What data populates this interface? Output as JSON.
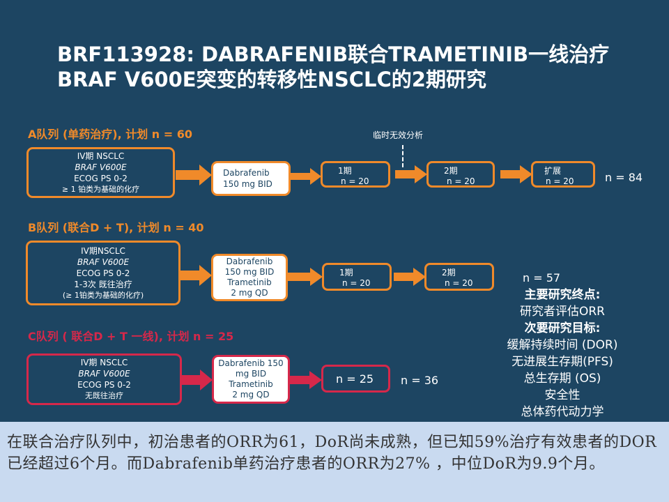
{
  "title": "BRF113928: DABRAFENIB联合TRAMETINIB一线治疗BRAF V600E突变的转移性NSCLC的2期研究",
  "interim_label": "临时无效分析",
  "colors": {
    "orange": "#f08a2a",
    "red": "#d6284a",
    "background": "#1d4562",
    "caption_bg": "#c9daf0"
  },
  "cohort_a": {
    "label": "A队列 (单药治疗), 计划 n = 60",
    "eligibility": [
      "IV期 NSCLC",
      "BRAF V600E",
      "ECOG PS 0-2",
      "≥ 1 铂类为基础的化疗"
    ],
    "treatment": [
      "Dabrafenib",
      "150 mg BID"
    ],
    "stages": [
      {
        "name": "1期",
        "n": "n = 20"
      },
      {
        "name": "2期",
        "n": "n = 20"
      },
      {
        "name": "扩展",
        "n": "n = 20"
      }
    ],
    "total": "n = 84"
  },
  "cohort_b": {
    "label": "B队列 (联合D + T), 计划 n = 40",
    "eligibility": [
      "IV期NSCLC",
      "BRAF V600E",
      "ECOG PS 0-2",
      "1-3次 既往治疗",
      "(≥ 1铂类为基础的化疗)"
    ],
    "treatment": [
      "Dabrafenib",
      "150 mg BID",
      "Trametinib",
      "2 mg QD"
    ],
    "stages": [
      {
        "name": "1期",
        "n": "n = 20"
      },
      {
        "name": "2期",
        "n": "n = 20"
      }
    ],
    "total": "n = 57"
  },
  "cohort_c": {
    "label": "C队列 ( 联合D + T 一线), 计划 n = 25",
    "eligibility": [
      "IV期 NSCLC",
      "BRAF V600E",
      "ECOG PS 0-2",
      "无既往治疗"
    ],
    "treatment": [
      "Dabrafenib 150",
      "mg BID",
      "Trametinib",
      "2 mg QD"
    ],
    "stage_n": "n = 25",
    "total": "n = 36"
  },
  "endpoints": {
    "primary_head": "主要研究终点:",
    "primary": "研究者评估ORR",
    "secondary_head": "次要研究目标:",
    "secondary": [
      "缓解持续时间 (DOR)",
      "无进展生存期(PFS)",
      "总生存期 (OS)",
      "安全性",
      "总体药代动力学"
    ]
  },
  "caption": "在联合治疗队列中，初治患者的ORR为61，DoR尚未成熟，但已知59%治疗有效患者的DOR已经超过6个月。而Dabrafenib单药治疗患者的ORR为27% ，中位DoR为9.9个月。"
}
